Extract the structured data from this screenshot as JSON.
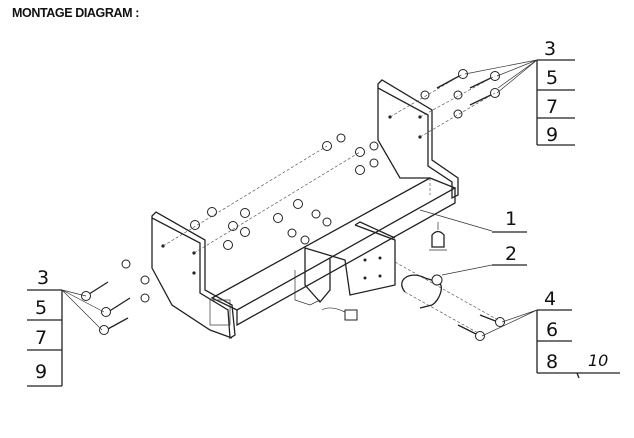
{
  "title": "MONTAGE DIAGRAM :",
  "callouts": {
    "part_1": "1",
    "part_2": "2",
    "top_right": [
      "3",
      "5",
      "7",
      "9"
    ],
    "left": [
      "3",
      "5",
      "7",
      "9"
    ],
    "bottom_right": [
      "4",
      "6",
      "8"
    ],
    "bottom_right_extra": "10"
  }
}
